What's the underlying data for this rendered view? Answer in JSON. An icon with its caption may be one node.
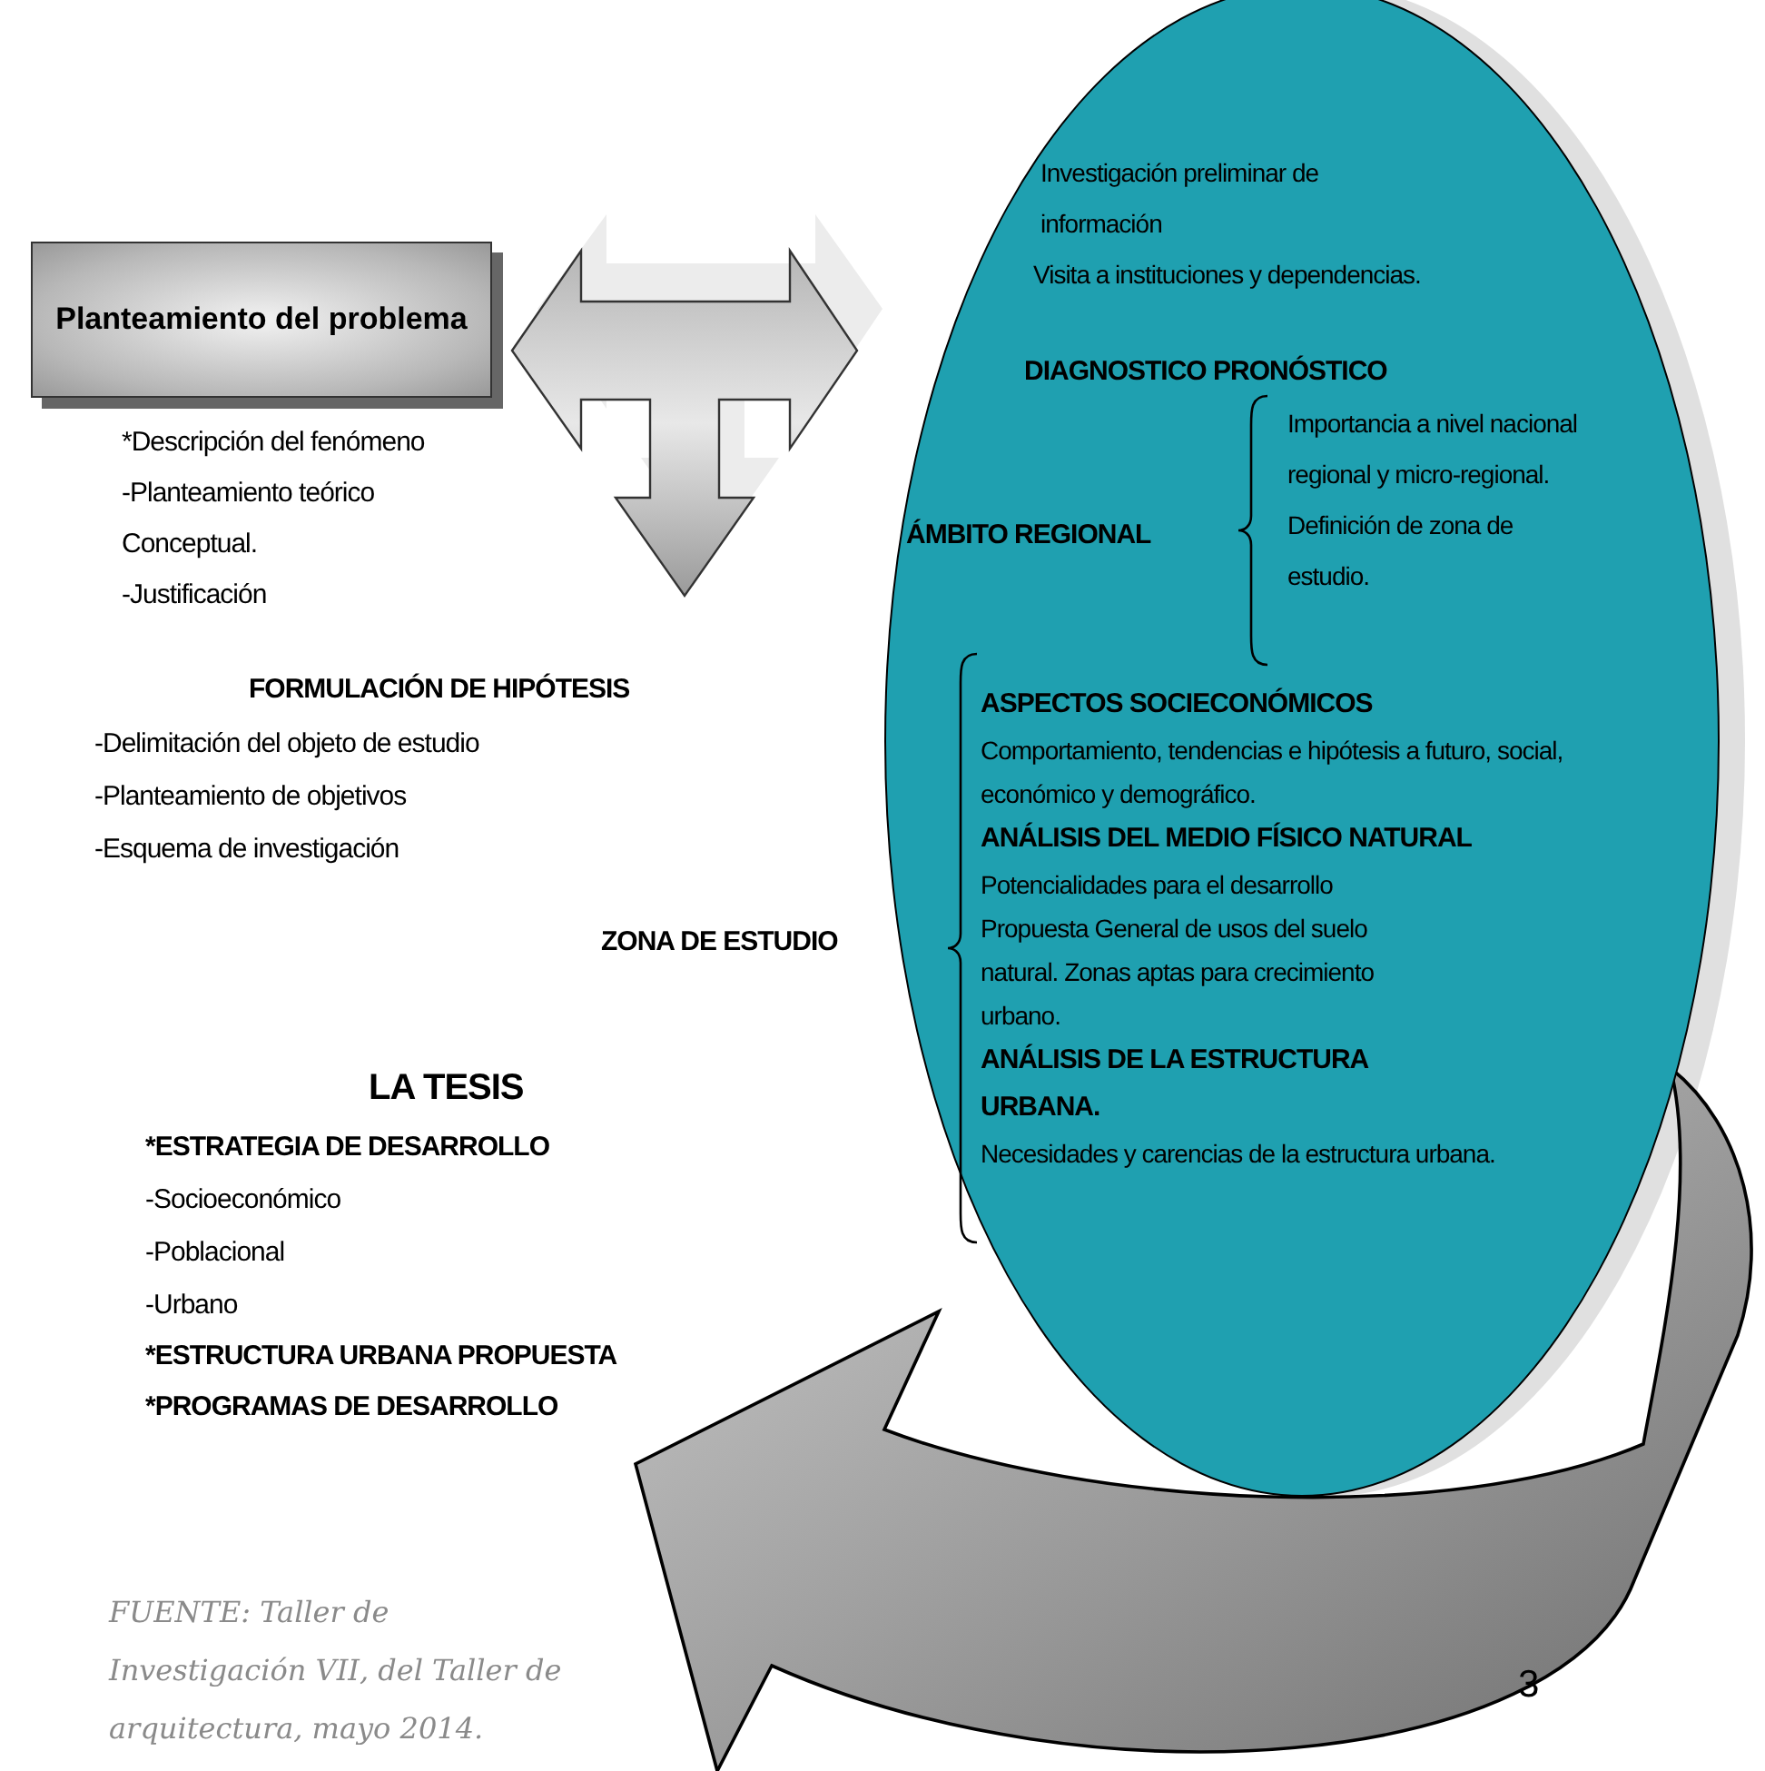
{
  "diagram": {
    "caption": "FUENTE: Taller de Investigación VII, del Taller de arquitectura, mayo 2014.",
    "nodes": [
      {
        "text": [
          "Planteamiento del problema"
        ]
      },
      {
        "text": [
          "Investigación preliminar de información",
          "Visita a instituciones y dependencias.",
          "DIAGNOSTICO PRONÓSTICO",
          "ÁMBITO REGIONAL",
          "Importancia a nivel nacional regional y micro-regional. Definición de zona de estudio.",
          "ZONA DE ESTUDIO",
          "ASPECTOS SOCIECONÓMICOS",
          "Comportamiento, tendencias e hipótesis a futuro, social, económico y demográfico.",
          "ANÁLISIS DEL MEDIO FÍSICO NATURAL",
          "Potencialidades para el desarrollo",
          "Propuesta General de usos del suelo natural. Zonas aptas para crecimiento urbano.",
          "ANÁLISIS DE LA ESTRUCTURA URBANA.",
          "Necesidades y carencias de la estructura urbana."
        ]
      }
    ],
    "labels": [
      "*Descripción del fenómeno",
      "-Planteamiento teórico Conceptual.",
      "-Justificación",
      "FORMULACIÓN DE HIPÓTESIS",
      "-Delimitación del objeto de estudio",
      "-Planteamiento de objetivos",
      "-Esquema de investigación",
      "LA TESIS",
      "*ESTRATEGIA DE DESARROLLO",
      "-Socioeconómico",
      "-Poblacional",
      "-Urbano",
      "*ESTRUCTURA URBANA PROPUESTA",
      "*PROGRAMAS DE DESARROLLO",
      "3"
    ]
  }
}
